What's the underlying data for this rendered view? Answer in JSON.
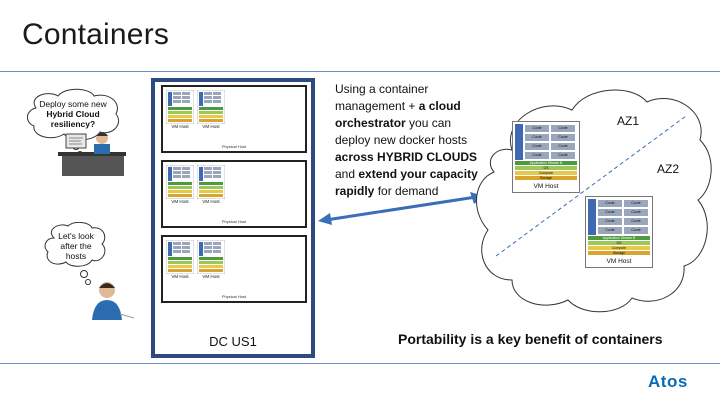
{
  "slide": {
    "title": "Containers",
    "dc_label": "DC US1",
    "portability": "Portability is a key benefit of containers",
    "logo": "Atos"
  },
  "body": {
    "line1": "Using a container",
    "line2a": "management + ",
    "line2b": "a cloud",
    "line3": "orchestrator",
    "line3b": " you can",
    "line4": "deploy new docker hosts",
    "line5": "across HYBRID CLOUDS",
    "line6a": "and ",
    "line6b": "extend your capacity",
    "line7a": "rapidly",
    "line7b": " for demand"
  },
  "cloud": {
    "az1": "AZ1",
    "az2": "AZ2",
    "vm_host": "VM Host",
    "stack": [
      "Code",
      "Code",
      "Code",
      "Code",
      "Code",
      "Code",
      "Code",
      "Code"
    ],
    "layers": [
      "Application Stream B",
      "OS",
      "Compute",
      "Storage"
    ]
  },
  "servers": {
    "vm_host": "VM Host",
    "physical_host": "Physical Host"
  },
  "people": {
    "bubble1_a": "Deploy some new",
    "bubble1_b": "Hybrid Cloud",
    "bubble1_c": "resiliency?",
    "bubble2_a": "Let's look",
    "bubble2_b": "after the",
    "bubble2_c": "hosts"
  },
  "colors": {
    "accent": "#2d4a82",
    "rule": "#6b8fc4",
    "arrow": "#3a6eb8",
    "logo": "#0a6bb4"
  }
}
